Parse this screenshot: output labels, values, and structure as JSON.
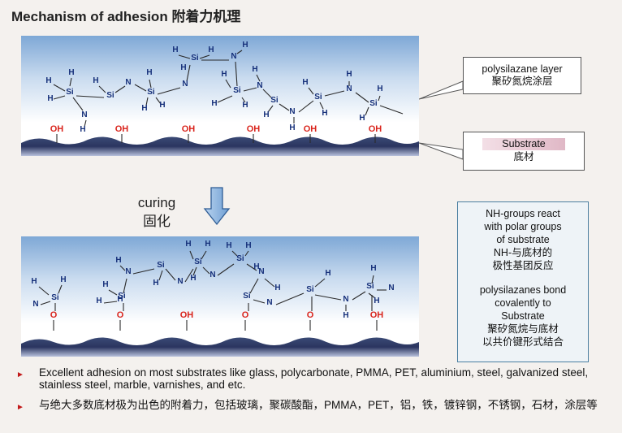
{
  "title": {
    "en": "Mechanism of adhesion",
    "cn": "附着力机理"
  },
  "molecule": {
    "H": "H",
    "Si": "Si",
    "N": "N",
    "OH": "OH",
    "O": "O"
  },
  "callouts": {
    "layer_en": "polysilazane layer",
    "layer_cn": "聚矽氮烷涂层",
    "substrate_en": "Substrate",
    "substrate_cn": "底材",
    "info": {
      "line1": "NH-groups react",
      "line2": "with polar groups",
      "line3": "of substrate",
      "line4": "NH-与底材的",
      "line5": "极性基团反应",
      "line6": "polysilazanes bond",
      "line7": "covalently to",
      "line8": "Substrate",
      "line9": "聚矽氮烷与底材",
      "line10": "以共价键形式结合"
    }
  },
  "curing": {
    "en": "curing",
    "cn": "固化"
  },
  "bullets": [
    "Excellent adhesion on most substrates like glass, polycarbonate, PMMA, PET, aluminium, steel, galvanized steel, stainless steel, marble, varnishes, and etc.",
    "与绝大多数底材极为出色的附着力，包括玻璃，聚碳酸酯，PMMA，PET，铝，铁，镀锌钢，不锈钢，石材，涂层等"
  ],
  "colors": {
    "atom_text": "#16307a",
    "oxygen": "#d9241c",
    "bond": "#2a2a2a",
    "arrow": "#7aa6d6",
    "bullet": "#c21a1a"
  }
}
